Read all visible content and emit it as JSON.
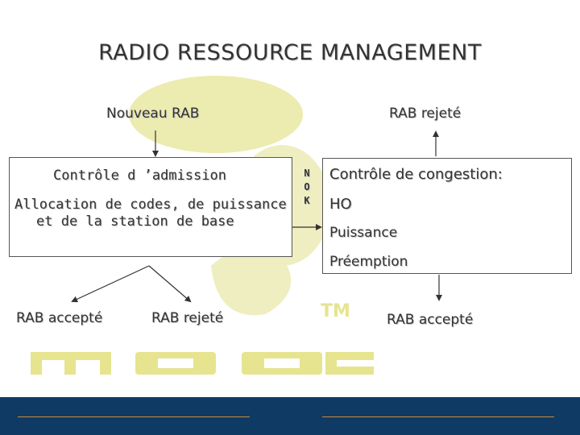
{
  "title": "RADIO RESSOURCE MANAGEMENT",
  "nouveau_rab": "Nouveau RAB",
  "rab_rejete_top": "RAB rejeté",
  "left_box": {
    "line1": "Contrôle d ’admission",
    "line2": "Allocation de codes, de puissance",
    "line3": "et de la station de base"
  },
  "nok": [
    "N",
    "O",
    "K"
  ],
  "right_box": {
    "heading": "Contrôle de congestion:",
    "items": [
      "HO",
      "Puissance",
      "Préemption"
    ]
  },
  "bottom": {
    "rab_accepte_left": "RAB accepté",
    "rab_rejete_mid": "RAB rejeté",
    "rab_accepte_right": "RAB accepté"
  },
  "watermark": {
    "color": "#e9e59a",
    "text": "MODE"
  },
  "footer": {
    "color": "#0f3a63",
    "line_color": "#c98b3a"
  }
}
